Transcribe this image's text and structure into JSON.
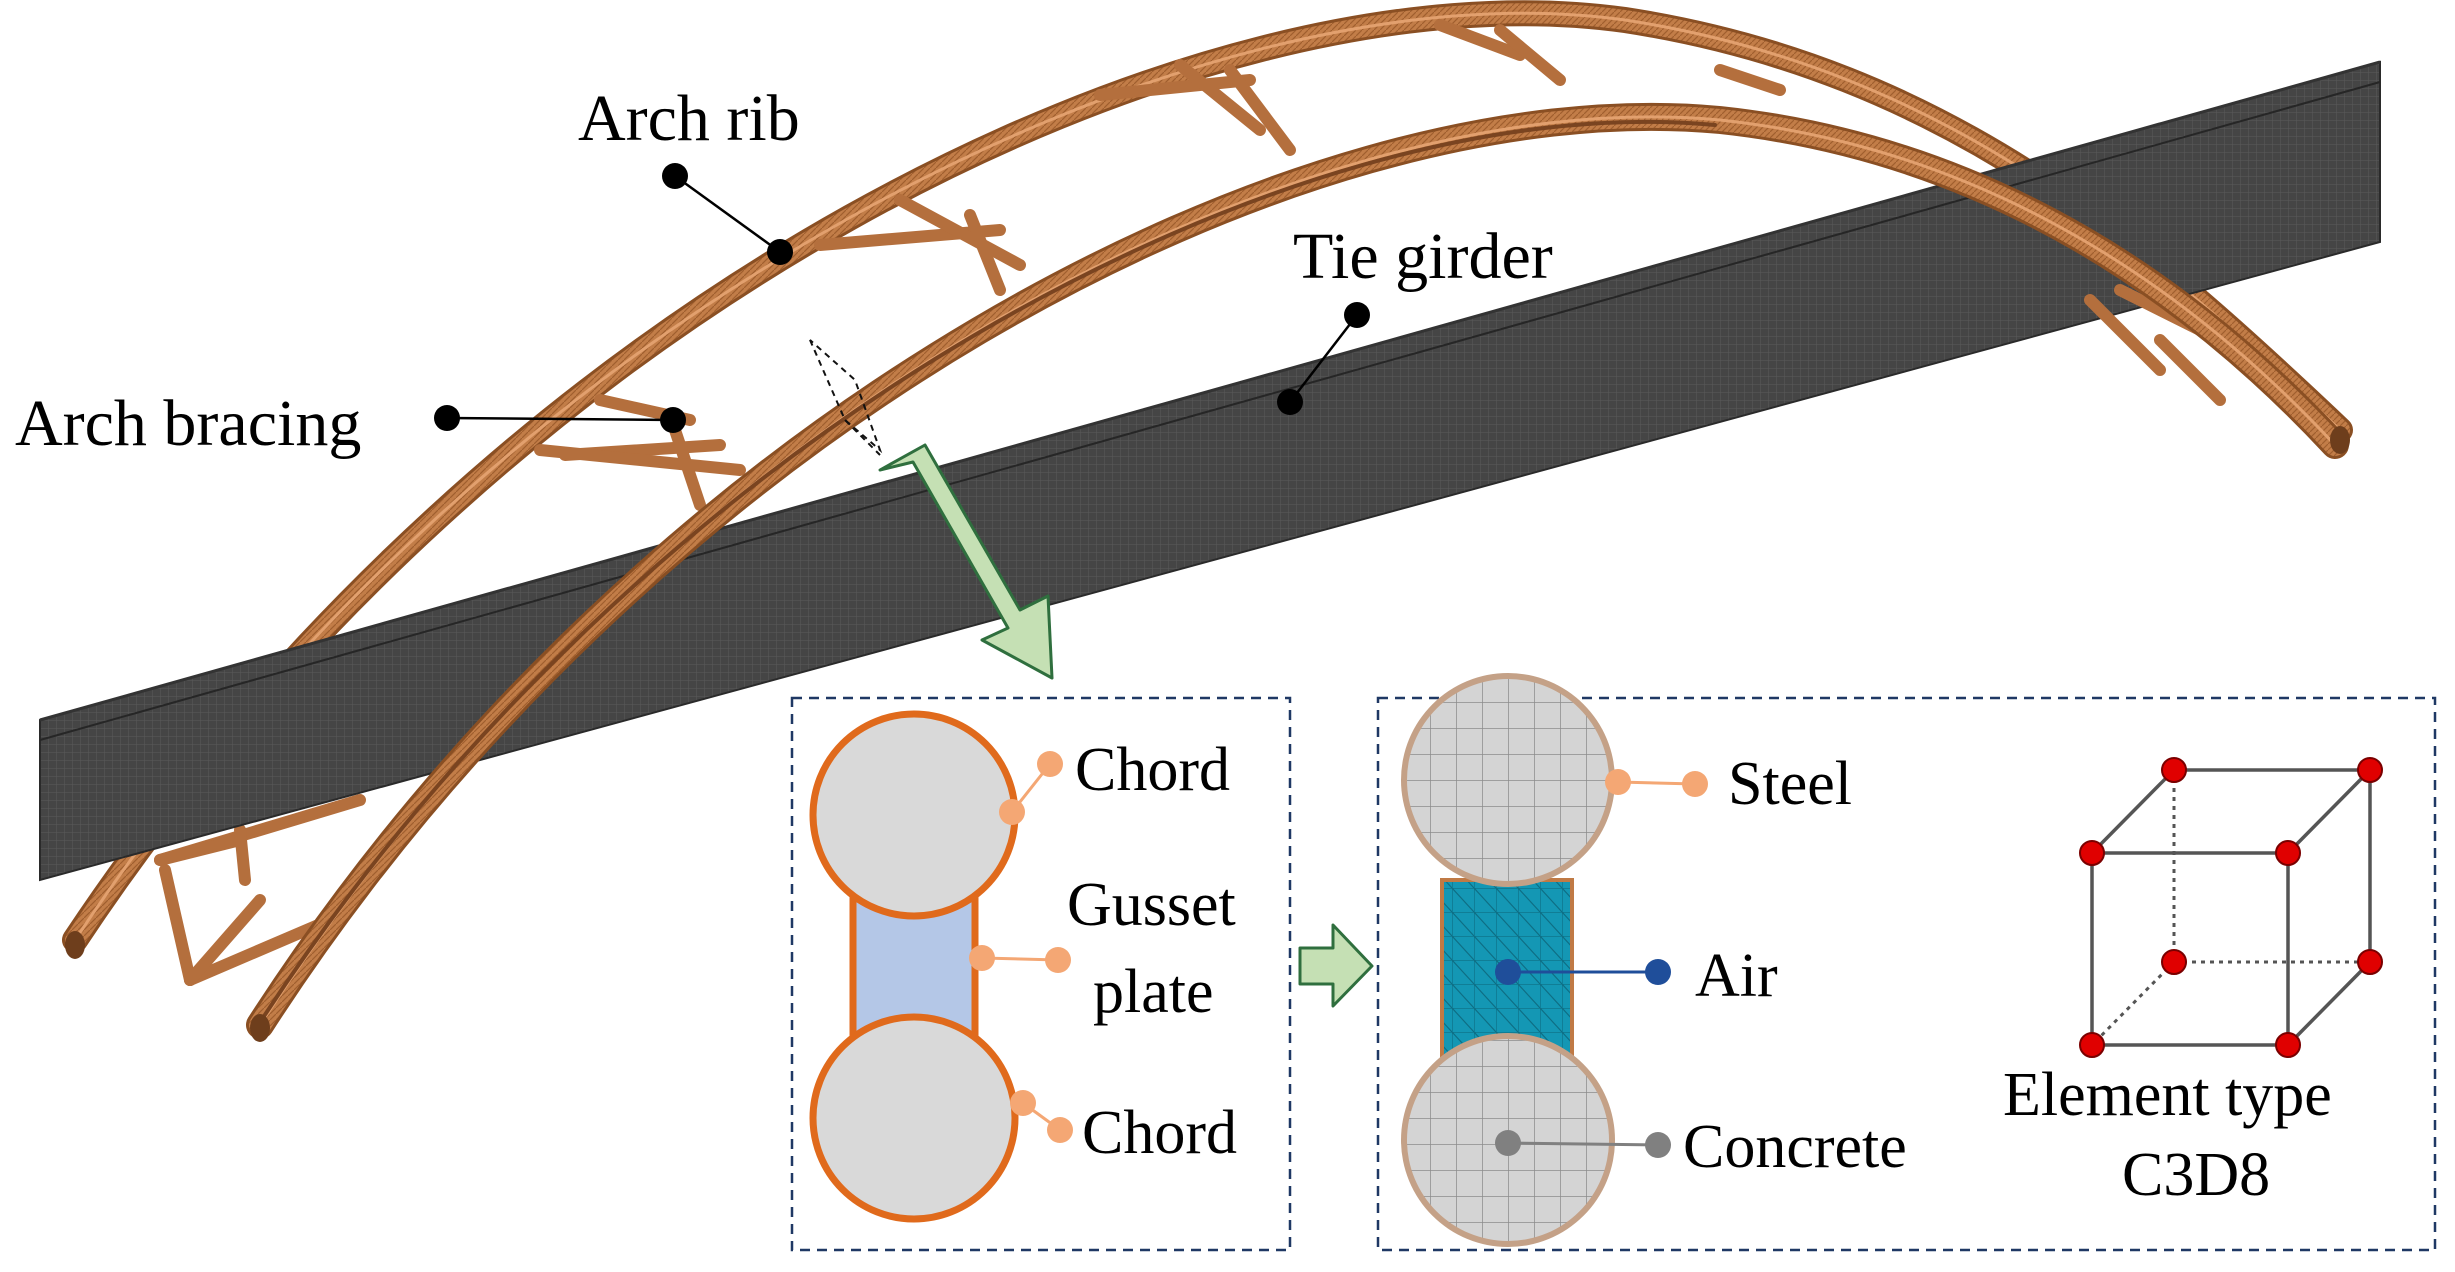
{
  "diagram": {
    "bridge_labels": {
      "arch_rib": "Arch rib",
      "tie_girder": "Tie girder",
      "arch_bracing": "Arch bracing"
    },
    "section_labels": {
      "chord_top": "Chord",
      "gusset_line1": "Gusset",
      "gusset_line2": "plate",
      "chord_bottom": "Chord"
    },
    "material_labels": {
      "steel": "Steel",
      "air": "Air",
      "concrete": "Concrete"
    },
    "element": {
      "line1": "Element type",
      "line2": "C3D8"
    },
    "colors": {
      "rib": "#c07a45",
      "rib_dark": "#8a4f23",
      "girder": "#474747",
      "orange_outline": "#e06a1c",
      "orange_marker": "#f4a774",
      "chord_fill": "#d9d9d9",
      "gusset_fill": "#b4c7e7",
      "air_fill": "#1497b4",
      "air_marker": "#1f4e9a",
      "concrete_marker": "#808080",
      "node_red": "#e00000",
      "arrow_fill": "#c5e0b4",
      "arrow_stroke": "#2f6f3e",
      "box_border": "#1f3864"
    }
  }
}
